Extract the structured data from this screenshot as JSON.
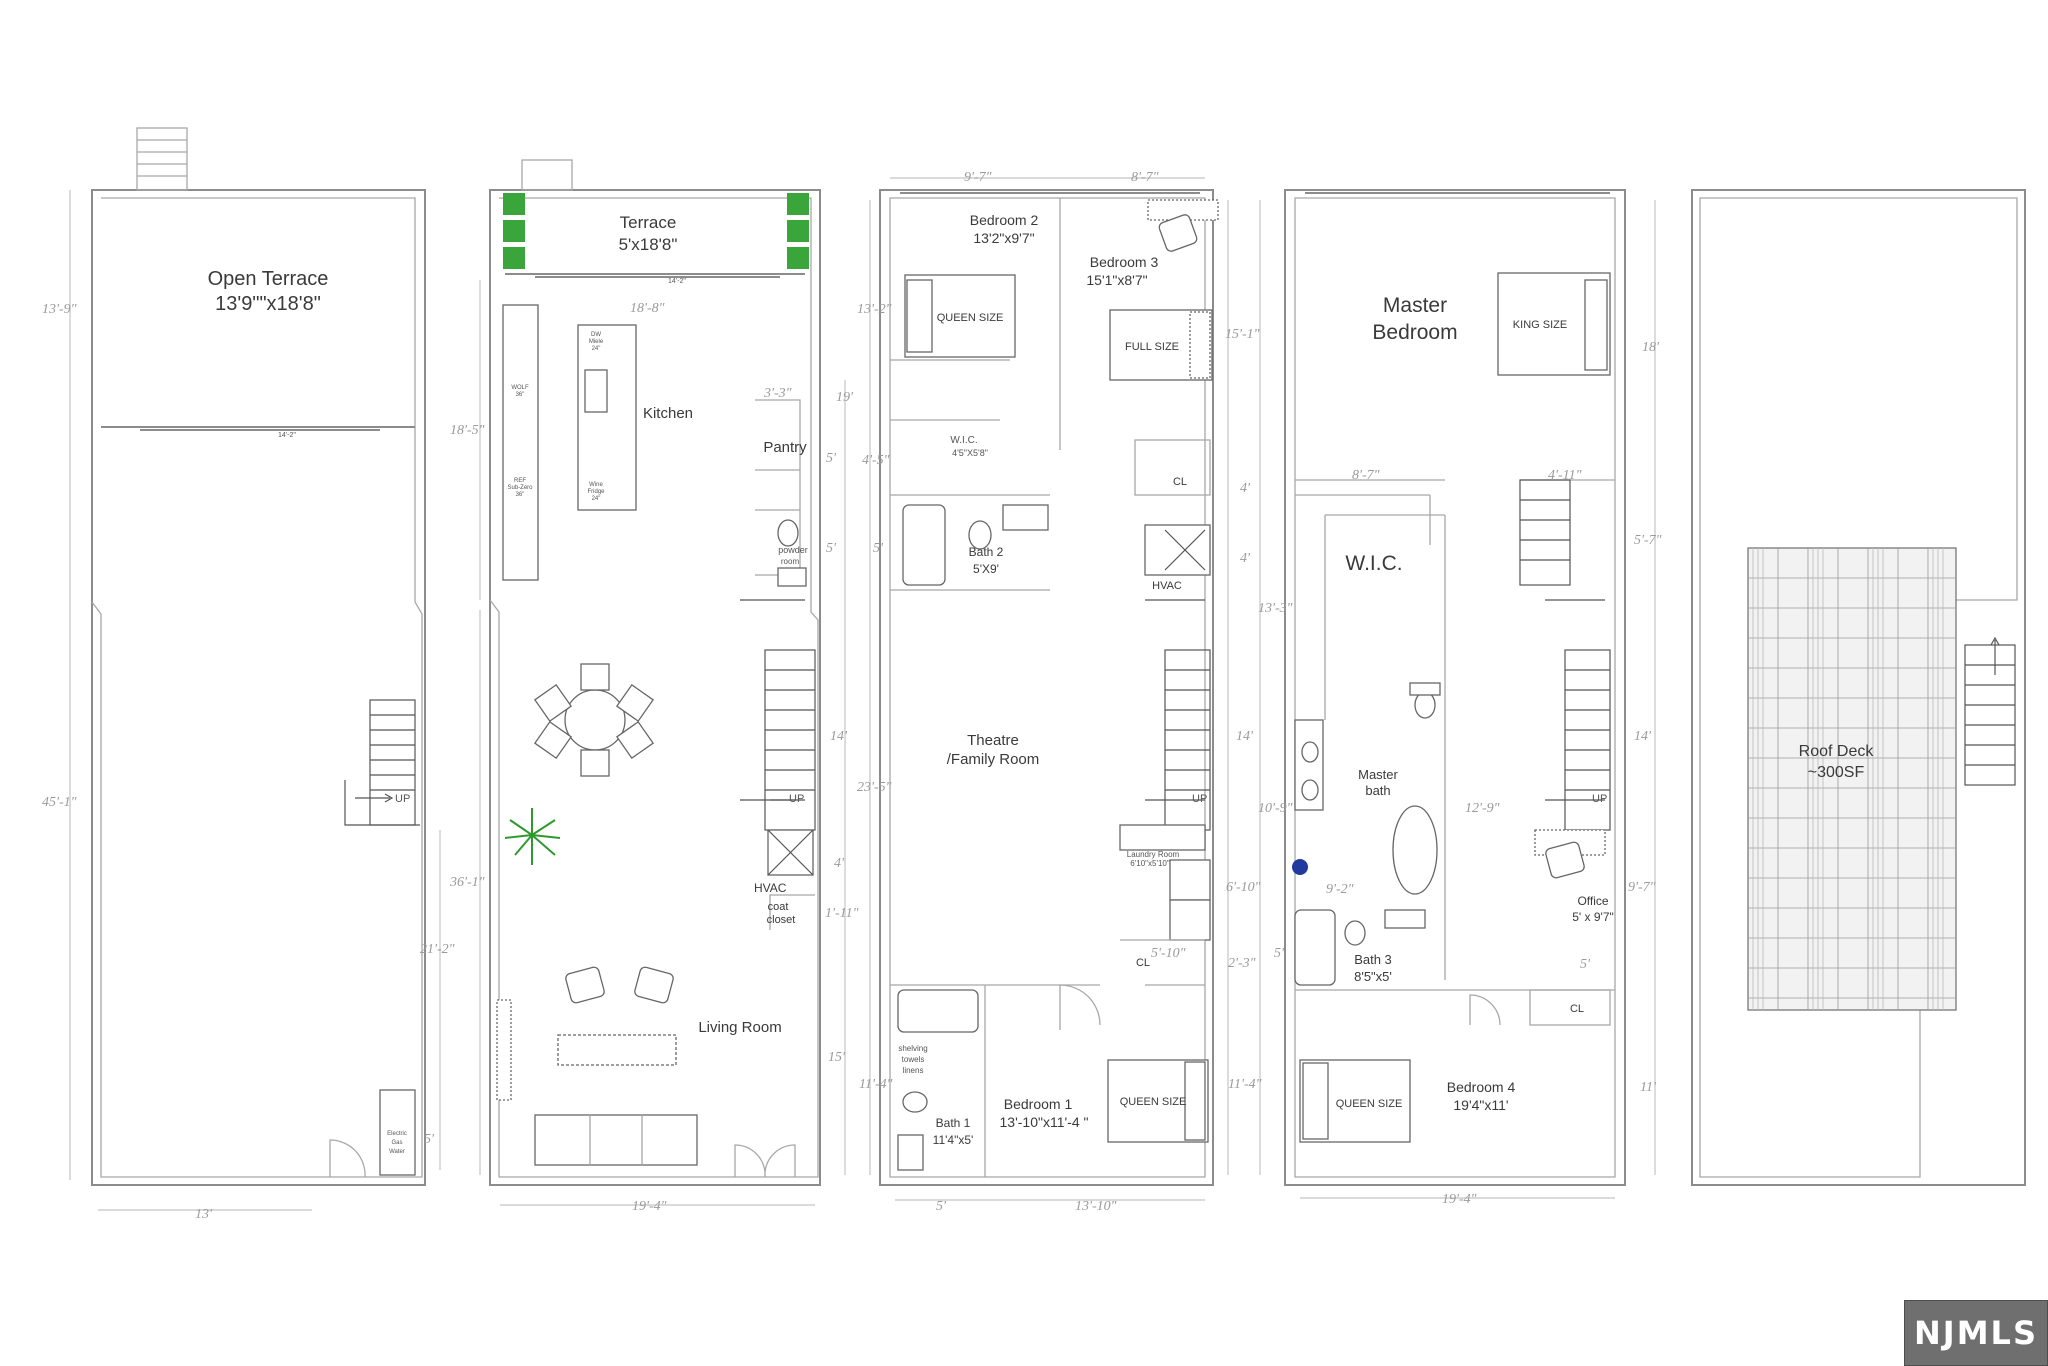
{
  "floors": {
    "ground": {
      "open_terrace": "Open Terrace",
      "open_terrace_size": "13'9\"\"x18'8\"",
      "up": "UP",
      "utility": [
        "Electric",
        "Gas",
        "Water"
      ],
      "dims": [
        "13'-9\"",
        "14'-2\"",
        "45'-1\"",
        "21'-2\"",
        "13'",
        "5'"
      ]
    },
    "first": {
      "terrace": "Terrace",
      "terrace_size": "5'x18'8\"",
      "kitchen": "Kitchen",
      "pantry": "Pantry",
      "powder_room": [
        "powder",
        "room"
      ],
      "hvac": "HVAC",
      "coat_closet": [
        "coat",
        "closet"
      ],
      "living_room": "Living Room",
      "up": "UP",
      "appliances": {
        "dw": [
          "DW",
          "Miele",
          "24\""
        ],
        "range": [
          "WOLF",
          "36\""
        ],
        "ref": [
          "REF",
          "Sub-Zero",
          "36\""
        ],
        "wine": [
          "Wine",
          "Fridge",
          "24\""
        ]
      },
      "dims": [
        "14'-2\"",
        "18'-8\"",
        "18'-5\"",
        "3'-3\"",
        "19'",
        "5'",
        "5'",
        "14'",
        "4'",
        "1'-11\"",
        "36'-1\"",
        "15'",
        "19'-4\""
      ]
    },
    "second": {
      "bedroom2": "Bedroom 2",
      "bedroom2_size": "13'2\"x9'7\"",
      "bedroom3": "Bedroom 3",
      "bedroom3_size": "15'1\"x8'7\"",
      "queen_size": "QUEEN SIZE",
      "full_size": "FULL SIZE",
      "wic": "W.I.C.",
      "wic_size": "4'5\"X5'8\"",
      "bath2": "Bath 2",
      "bath2_size": "5'X9'",
      "cl": "CL",
      "hvac": "HVAC",
      "theatre": "Theatre",
      "family_room": "/Family Room",
      "up": "UP",
      "laundry": "Laundry Room",
      "laundry_size": "6'10\"x5'10\"",
      "shelving": [
        "shelving",
        "towels",
        "linens"
      ],
      "bath1": "Bath 1",
      "bath1_size": "11'4\"x5'",
      "bedroom1": "Bedroom 1",
      "bedroom1_size": "13'-10\"x11'-4 \"",
      "cl2": "CL",
      "queen_size2": "QUEEN SIZE",
      "dims": [
        "9'-7\"",
        "8'-7\"",
        "13'-2\"",
        "15'-1\"",
        "4'-5\"",
        "5'",
        "4'",
        "4'",
        "23'-5\"",
        "14'",
        "6'-10\"",
        "5'-10\"",
        "2'-3\"",
        "11'-4\"",
        "11'-4\"",
        "5'",
        "13'-10\""
      ]
    },
    "third": {
      "master": "Master",
      "bedroom": "Bedroom",
      "king_size": "KING SIZE",
      "wic": "W.I.C.",
      "master_bath": [
        "Master",
        "bath"
      ],
      "bath3": "Bath 3",
      "bath3_size": "8'5\"x5'",
      "office": "Office",
      "office_size": "5' x 9'7\"",
      "cl": "CL",
      "up": "UP",
      "bedroom4": "Bedroom 4",
      "bedroom4_size": "19'4\"x11'",
      "queen_size": "QUEEN SIZE",
      "dims": [
        "18'",
        "8'-7\"",
        "4'-11\"",
        "5'-7\"",
        "13'-3\"",
        "14'",
        "10'-9\"",
        "12'-9\"",
        "9'-2\"",
        "9'-7\"",
        "5'",
        "5'",
        "11'",
        "19'-4\""
      ]
    },
    "roof": {
      "roof_deck": "Roof Deck",
      "roof_deck_size": "~300SF"
    }
  },
  "logo": "NJMLS"
}
